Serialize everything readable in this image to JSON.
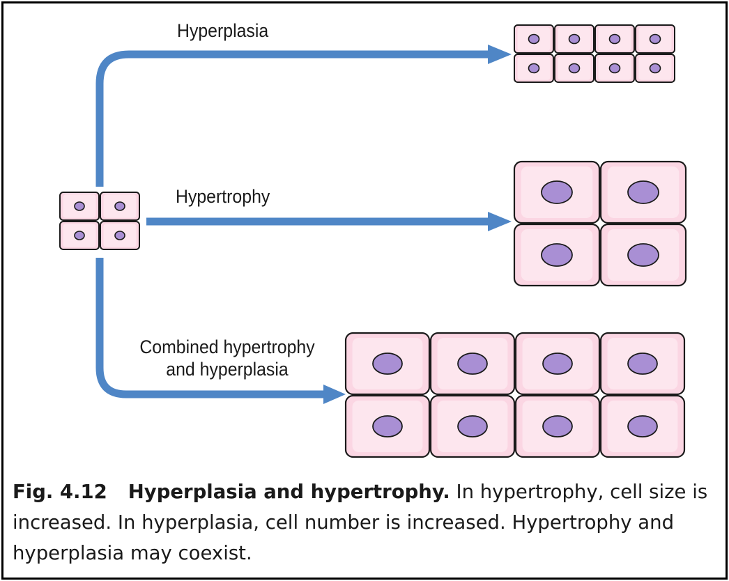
{
  "diagram": {
    "labels": {
      "hyperplasia": "Hyperplasia",
      "hypertrophy": "Hypertrophy",
      "combined_line1": "Combined hypertrophy",
      "combined_line2": "and hyperplasia"
    },
    "colors": {
      "arrow": "#4f86c6",
      "cell_fill": "#fbd6e3",
      "cell_inner": "#fde6ee",
      "cell_stroke": "#1a1a1a",
      "nucleus": "#a98fd4"
    }
  },
  "caption": {
    "fig_number": "Fig. 4.12",
    "title": "Hyperplasia and hypertrophy.",
    "text": " In hypertrophy, cell size is increased. In hyperplasia, cell number is increased. Hypertrophy and hyperplasia may coexist."
  }
}
